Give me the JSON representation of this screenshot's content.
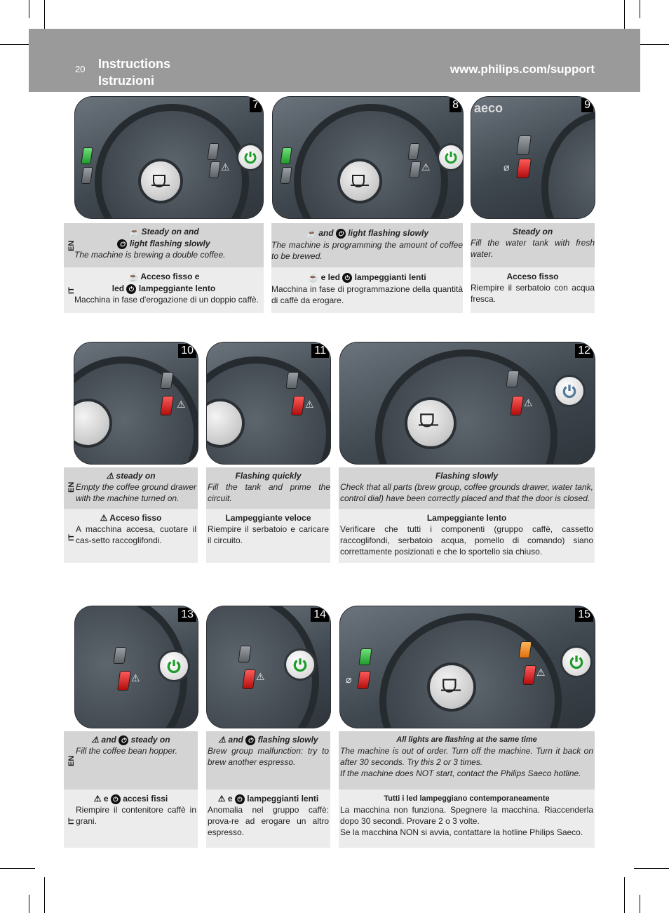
{
  "header": {
    "page_number": "20",
    "title_en": "Instructions",
    "title_it": "Istruzioni",
    "url": "www.philips.com/support"
  },
  "lang_labels": {
    "en": "EN",
    "it": "IT"
  },
  "panels": [
    {
      "number": "7",
      "brand": ""
    },
    {
      "number": "8",
      "brand": ""
    },
    {
      "number": "9",
      "brand": "aeco"
    },
    {
      "number": "10"
    },
    {
      "number": "11"
    },
    {
      "number": "12"
    },
    {
      "number": "13"
    },
    {
      "number": "14"
    },
    {
      "number": "15"
    }
  ],
  "rows": [
    {
      "cells": [
        {
          "en_head_1": "Steady on and",
          "en_head_2": "light flashing slowly",
          "en_body": "The machine is brewing a double coffee.",
          "it_head_1": "Acceso fisso e",
          "it_head_2": "led",
          "it_head_3": "lampeggiante lento",
          "it_body": "Macchina in fase d'erogazione di un doppio caffè."
        },
        {
          "en_head_1": "and",
          "en_head_2": "light flashing slowly",
          "en_body": "The machine is programming the amount of coffee to be brewed.",
          "it_head_1": "e led",
          "it_head_2": "lampeggianti lenti",
          "it_body": "Macchina in fase di programmazione della quantità di caffè da erogare."
        },
        {
          "en_head_1": "Steady on",
          "en_body": "Fill the water tank with fresh water.",
          "it_head_1": "Acceso fisso",
          "it_body": "Riempire il serbatoio con acqua fresca."
        }
      ]
    },
    {
      "cells": [
        {
          "en_head_1": "steady on",
          "en_body": "Empty the coffee ground drawer with the machine turned on.",
          "it_head_1": "Acceso fisso",
          "it_body": "A macchina accesa, cuotare il cas-setto raccoglifondi."
        },
        {
          "en_head_1": "Flashing quickly",
          "en_body": "Fill the tank and prime the circuit.",
          "it_head_1": "Lampeggiante veloce",
          "it_body": "Riempire il serbatoio e caricare il circuito."
        },
        {
          "en_head_1": "Flashing slowly",
          "en_body": "Check that all parts (brew group, coffee grounds drawer, water tank, control dial) have been correctly placed and that the door is closed.",
          "it_head_1": "Lampeggiante lento",
          "it_body": "Verificare che tutti i componenti (gruppo caffè, cassetto raccoglifondi, serbatoio acqua, pomello di comando) siano correttamente posizionati e che lo sportello sia chiuso."
        }
      ]
    },
    {
      "cells": [
        {
          "en_head_1": "and",
          "en_head_2": "steady on",
          "en_body": "Fill the coffee bean hopper.",
          "it_head_1": "e",
          "it_head_2": "accesi fissi",
          "it_body": "Riempire il contenitore caffè in grani."
        },
        {
          "en_head_1": "and",
          "en_head_2": "flashing slowly",
          "en_body": "Brew group malfunction: try to brew another espresso.",
          "it_head_1": "e",
          "it_head_2": "lampeggianti lenti",
          "it_body": "Anomalia nel gruppo caffè: prova-re ad erogare un altro espresso."
        },
        {
          "en_head_1": "All lights are flashing at the same time",
          "en_body": "The machine is out of order. Turn off the machine. Turn it back on after 30 seconds. Try this 2 or 3 times.",
          "en_body_2": "If the machine does NOT start, contact the Philips Saeco hotline.",
          "it_head_1": "Tutti i led lampeggiano contemporaneamente",
          "it_body": "La macchina non funziona. Spegnere la macchina. Riaccenderla dopo 30 secondi. Provare 2 o 3 volte.",
          "it_body_2": "Se la macchina NON si avvia, contattare la hotline Philips Saeco."
        }
      ]
    }
  ]
}
